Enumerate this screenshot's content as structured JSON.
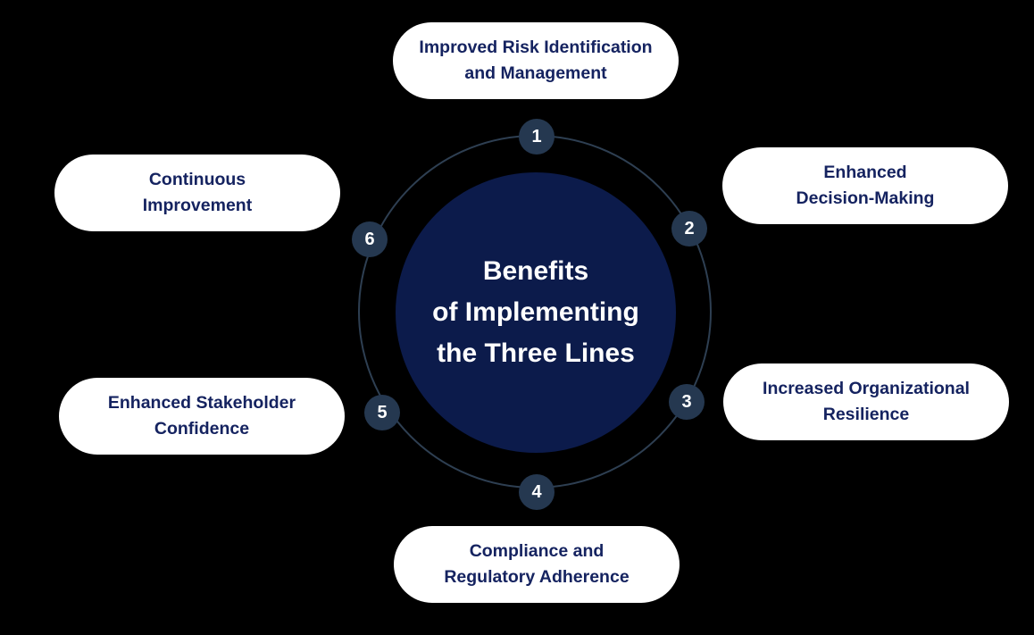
{
  "diagram": {
    "center": {
      "title_lines": [
        "Benefits",
        "of Implementing",
        "the Three Lines"
      ]
    },
    "items": [
      {
        "number": "1",
        "lines": [
          "Improved Risk Identification",
          "and Management"
        ]
      },
      {
        "number": "2",
        "lines": [
          "Enhanced",
          "Decision-Making"
        ]
      },
      {
        "number": "3",
        "lines": [
          "Increased Organizational",
          "Resilience"
        ]
      },
      {
        "number": "4",
        "lines": [
          "Compliance and",
          "Regulatory Adherence"
        ]
      },
      {
        "number": "5",
        "lines": [
          "Enhanced Stakeholder",
          "Confidence"
        ]
      },
      {
        "number": "6",
        "lines": [
          "Continuous",
          "Improvement"
        ]
      }
    ],
    "colors": {
      "background": "#000000",
      "center_circle_fill": "#0c1b4b",
      "center_text": "#ffffff",
      "node_fill": "#253850",
      "node_text": "#ffffff",
      "ring_stroke": "#2e3f52",
      "pill_background": "#ffffff",
      "pill_text": "#152360"
    }
  }
}
